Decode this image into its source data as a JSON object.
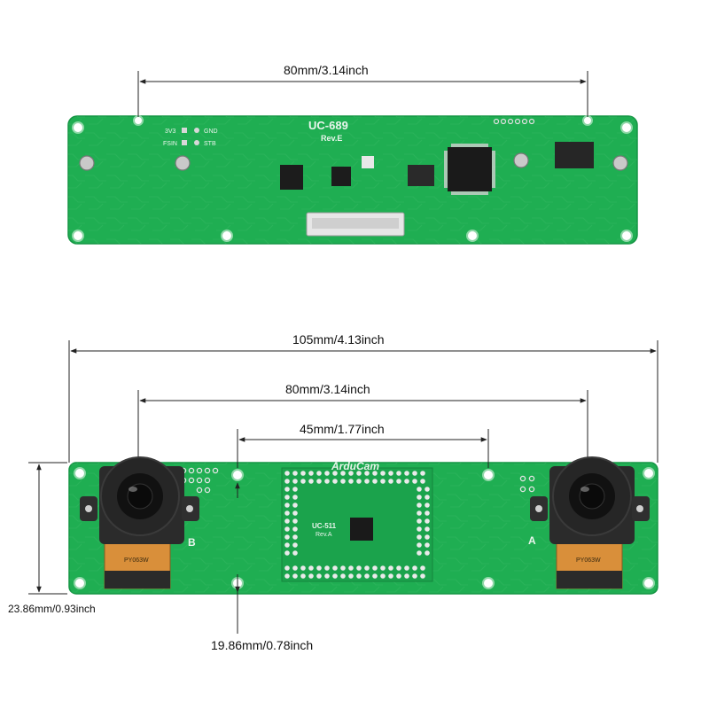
{
  "dimensions": {
    "top_width": "80mm/3.14inch",
    "overall_width": "105mm/4.13inch",
    "lens_spacing": "80mm/3.14inch",
    "center_holes": "45mm/1.77inch",
    "board_height": "23.86mm/0.93inch",
    "hole_offset": "19.86mm/0.78inch"
  },
  "top_board": {
    "model": "UC-689",
    "revision": "Rev.E",
    "pin_labels": [
      "3V3",
      "GND",
      "FSIN",
      "STB"
    ]
  },
  "bottom_board": {
    "brand": "ArduCam",
    "model": "UC-511",
    "revision": "Rev.A",
    "camera_left_label": "B",
    "camera_right_label": "A",
    "sensor_left": "PY063W",
    "sensor_right": "PY063W"
  },
  "colors": {
    "pcb": "#1fae52",
    "pcb_dark": "#168a3f",
    "trace": "#3cc26a",
    "chip": "#1c1c1c",
    "dimension_line": "#222222"
  }
}
